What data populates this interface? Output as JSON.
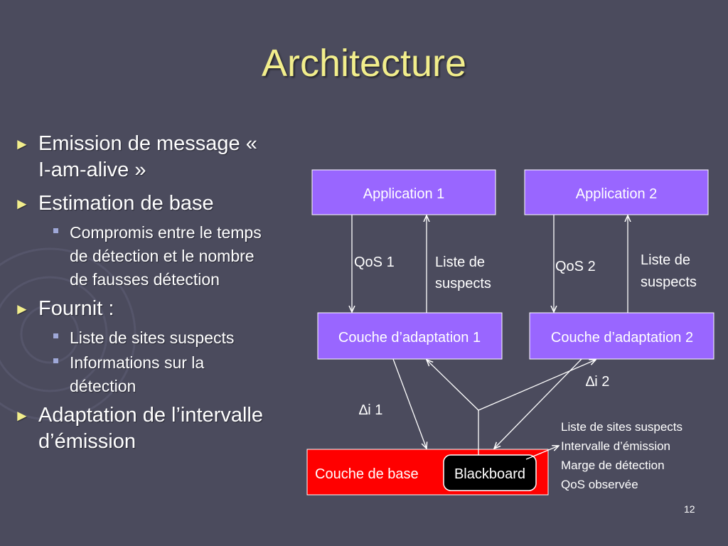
{
  "slide": {
    "title": "Architecture",
    "page_number": "12"
  },
  "bullets": [
    {
      "text_lines": [
        "Emission de message «",
        "I-am-alive »"
      ],
      "sub": []
    },
    {
      "text_lines": [
        "Estimation de base"
      ],
      "sub": [
        {
          "text_lines": [
            "Compromis entre le temps",
            "de détection et le nombre",
            "de fausses détection"
          ]
        }
      ]
    },
    {
      "text_lines": [
        "Fournit :"
      ],
      "sub": [
        {
          "text_lines": [
            "Liste de sites suspects"
          ]
        },
        {
          "text_lines": [
            "Informations sur la",
            "détection"
          ]
        }
      ]
    },
    {
      "text_lines": [
        "Adaptation de l’intervalle",
        "d’émission"
      ],
      "sub": []
    }
  ],
  "diagram": {
    "app1": "Application 1",
    "app2": "Application 2",
    "adapt1": "Couche d’adaptation 1",
    "adapt2": "Couche d’adaptation 2",
    "base": "Couche de base",
    "blackboard": "Blackboard",
    "qos1": "QoS 1",
    "qos2": "QoS 2",
    "liste1": [
      "Liste de",
      "suspects"
    ],
    "liste2": [
      "Liste de",
      "suspects"
    ],
    "delta1": "∆i 1",
    "delta2": "∆i 2",
    "info": [
      "Liste de sites suspects",
      "Intervalle d’émission",
      "Marge de détection",
      "QoS observée"
    ]
  },
  "colors": {
    "background": "#4b4b5d",
    "title": "#f2ee8c",
    "app_box": "#9966ff",
    "base_box": "#ff0000",
    "blackboard": "#000000",
    "bullet_marker": "#f2ee8c",
    "sub_marker": "#9fa8d8"
  }
}
